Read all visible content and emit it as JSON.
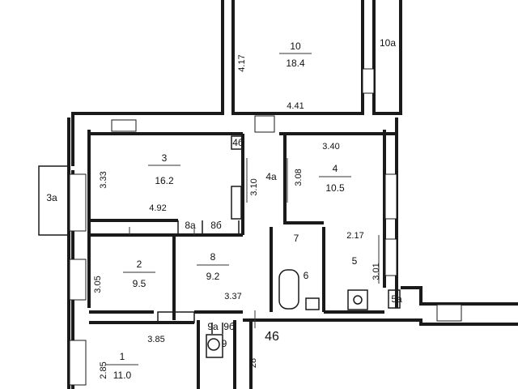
{
  "rooms": [
    {
      "num": "10",
      "area": "18.4"
    },
    {
      "num": "10a"
    },
    {
      "num": "3",
      "area": "16.2"
    },
    {
      "num": "3a"
    },
    {
      "num": "4б"
    },
    {
      "num": "4а"
    },
    {
      "num": "4",
      "area": "10.5"
    },
    {
      "num": "8а"
    },
    {
      "num": "8б"
    },
    {
      "num": "7"
    },
    {
      "num": "5"
    },
    {
      "num": "5а"
    },
    {
      "num": "2",
      "area": "9.5"
    },
    {
      "num": "8",
      "area": "9.2"
    },
    {
      "num": "6"
    },
    {
      "num": "9а"
    },
    {
      "num": "9б"
    },
    {
      "num": "9"
    },
    {
      "num": "1",
      "area": "11.0"
    }
  ],
  "dimensions": [
    "4.17",
    "4.41",
    "3.40",
    "3.33",
    "3.10",
    "3.08",
    "4.92",
    "2.17",
    "3.01",
    "3.05",
    "3.37",
    "3.85",
    "2.85"
  ],
  "labels": {
    "section": "46",
    "stair": "28"
  }
}
